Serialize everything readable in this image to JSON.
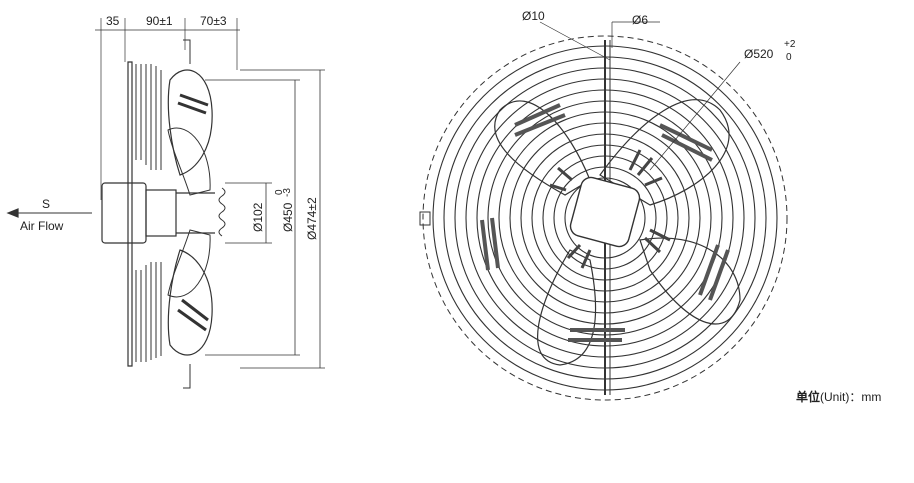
{
  "side_view": {
    "dim_35": "35",
    "dim_90": "90±1",
    "dim_70": "70±3",
    "dim_102": "Ø102",
    "dim_450": "Ø450",
    "dim_450_tol": "0",
    "dim_450_tol2": "-3",
    "dim_474": "Ø474±2",
    "flow_letter": "S",
    "flow_label": "Air Flow"
  },
  "front_view": {
    "dim_10": "Ø10",
    "dim_6": "Ø6",
    "dim_520": "Ø520",
    "dim_520_tol_up": "+2",
    "dim_520_tol_dn": "0"
  },
  "unit_note": {
    "prefix": "单位",
    "rest": "(Unit)：mm"
  }
}
